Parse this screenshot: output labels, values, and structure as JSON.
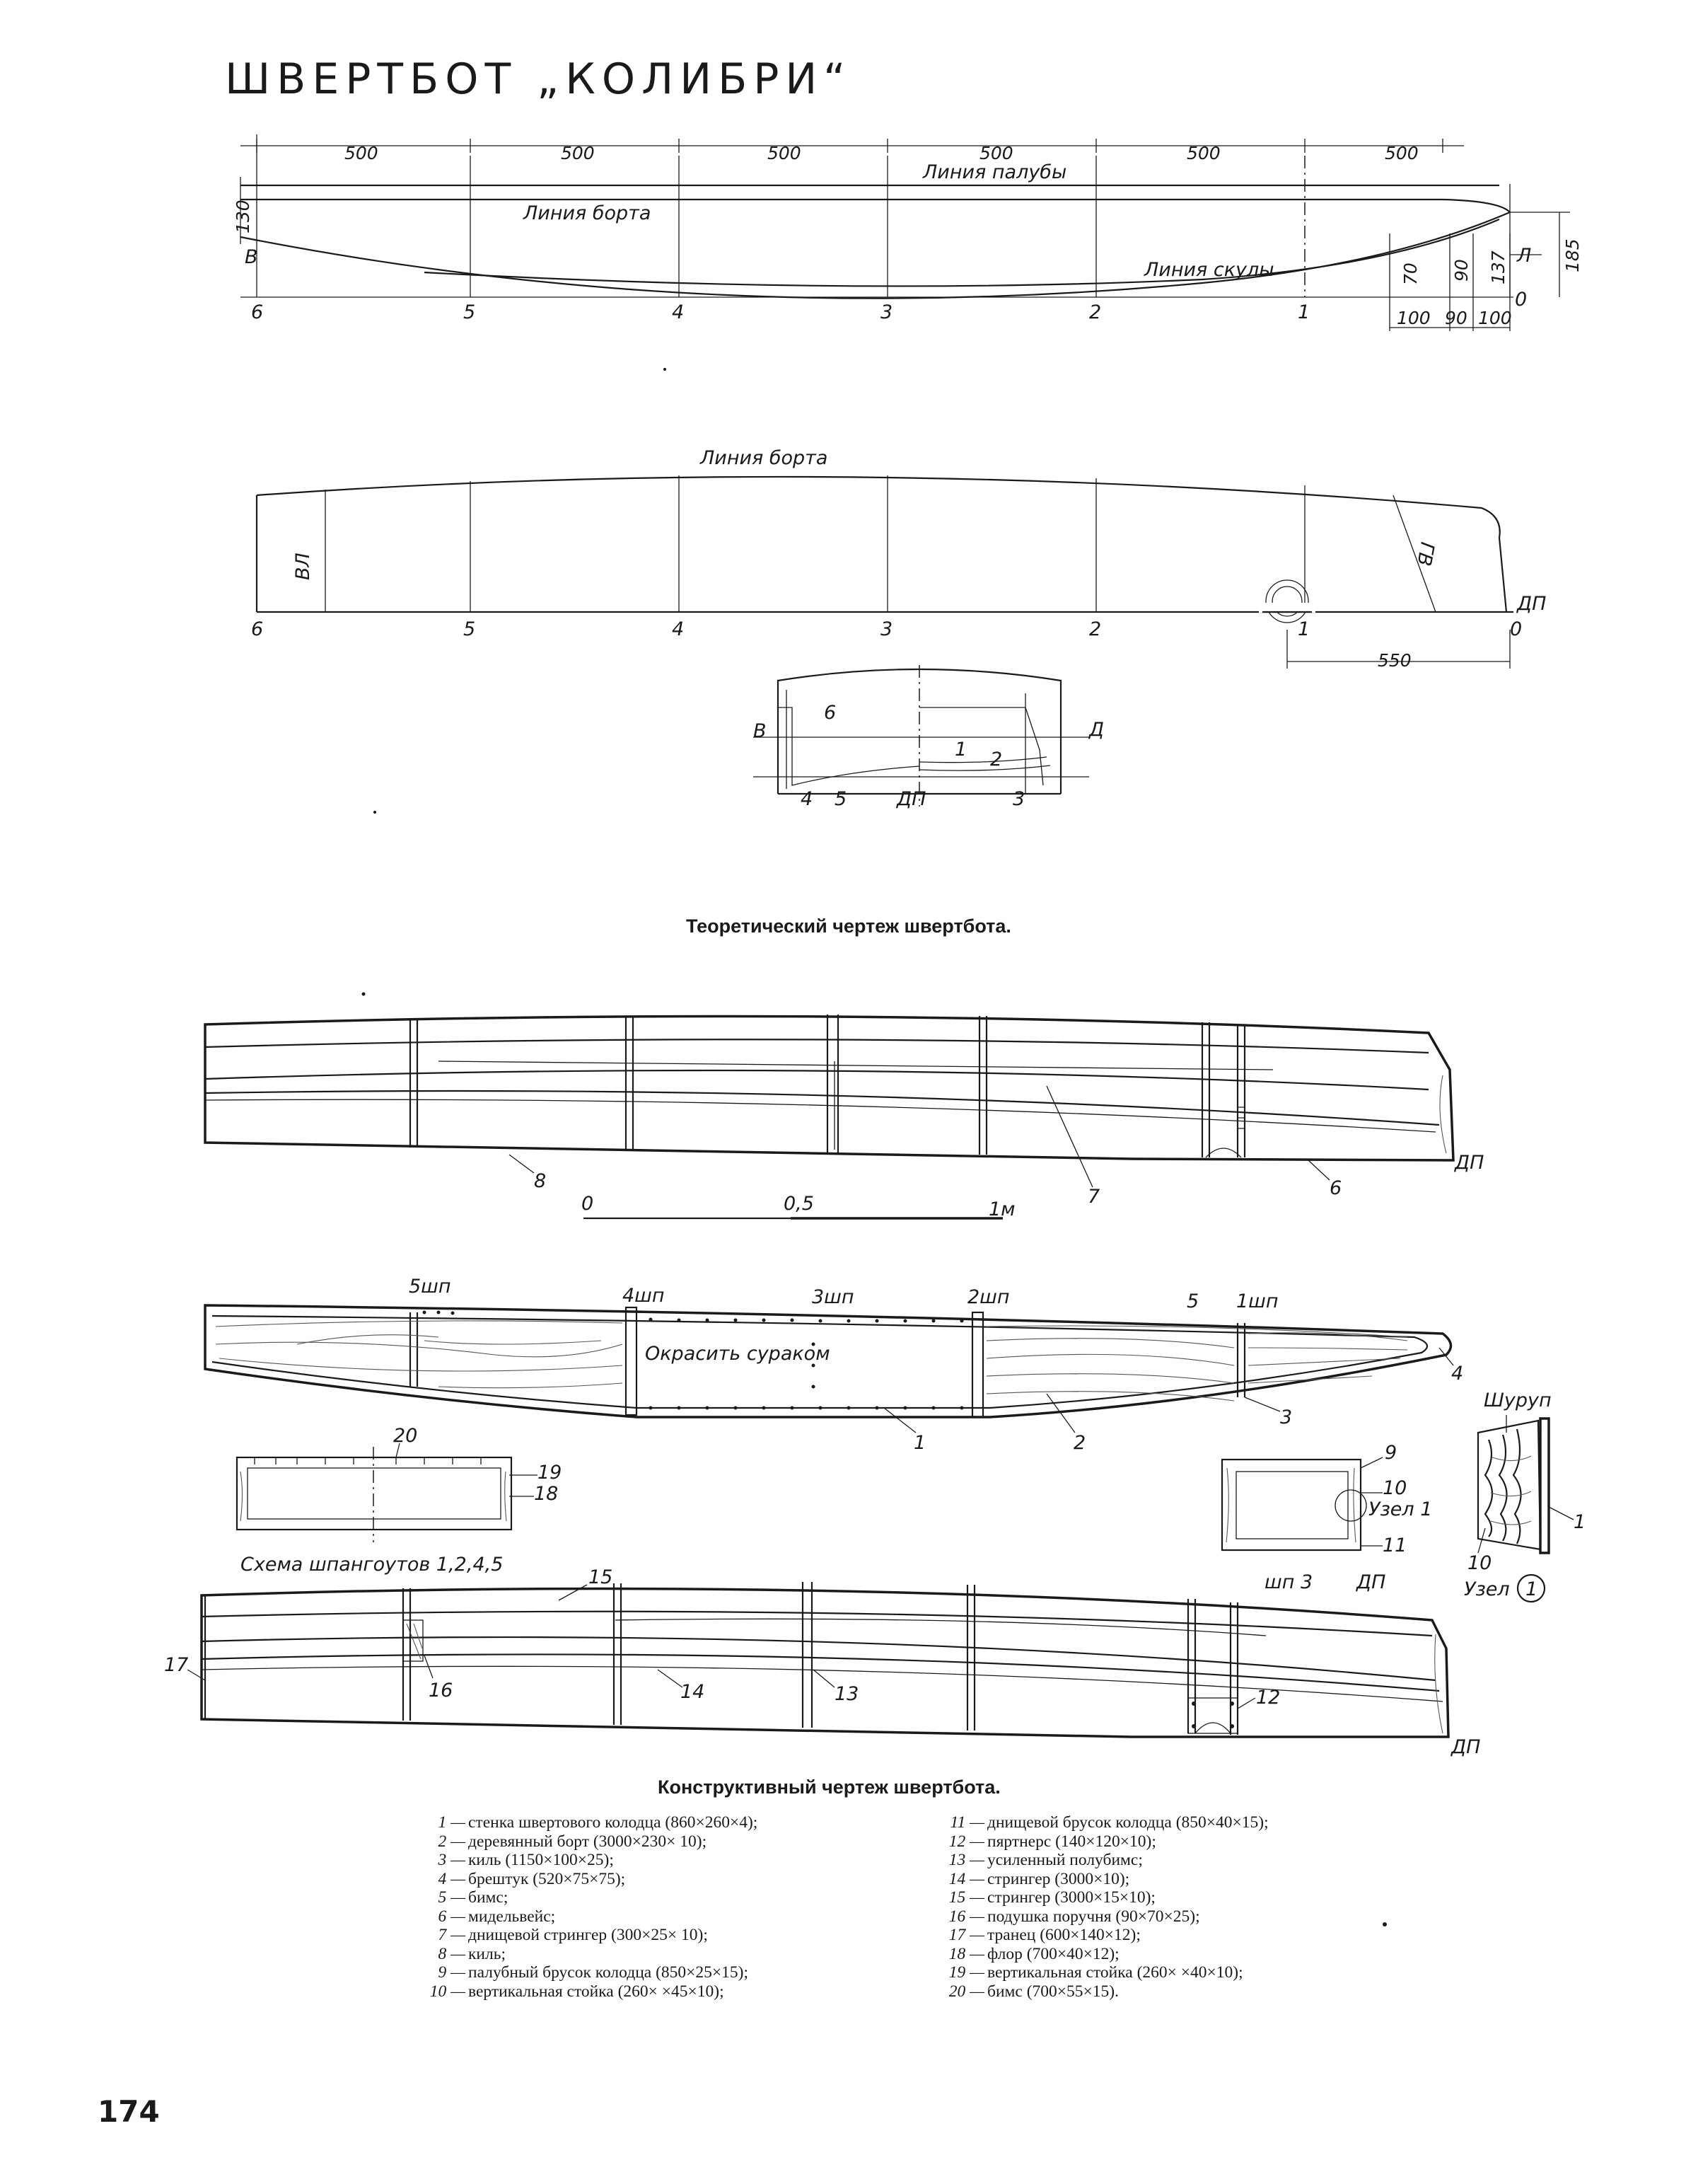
{
  "title": "ШВЕРТБОТ „КОЛИБРИ“",
  "profile": {
    "dims": [
      "500",
      "500",
      "500",
      "500",
      "500",
      "500"
    ],
    "deck_line": "Линия палубы",
    "side_line": "Линия борта",
    "chine_line": "Линия скулы",
    "label_130": "130",
    "label_B": "В",
    "stations": [
      "6",
      "5",
      "4",
      "3",
      "2",
      "1",
      "0"
    ],
    "label_185": "185",
    "label_137": "137",
    "label_90v": "90",
    "label_70": "70",
    "label_L": "Л",
    "label_0": "0",
    "bottom_dims": [
      "100",
      "90",
      "100"
    ]
  },
  "halfbreadth": {
    "side_line": "Линия борта",
    "label_VL": "ВЛ",
    "label_GB": "ГВ",
    "stations": [
      "6",
      "5",
      "4",
      "3",
      "2",
      "1",
      "0"
    ],
    "label_DP": "ДП",
    "dim_550": "550"
  },
  "body_plan": {
    "label_B": "В",
    "label_D": "Д",
    "numbers": [
      "6",
      "1",
      "2",
      "4",
      "5",
      "3"
    ],
    "label_DP": "ДП"
  },
  "caption1": "Теоретический чертеж швертбота.",
  "construction_top": {
    "labels": [
      "8",
      "7",
      "6"
    ],
    "label_DP": "ДП"
  },
  "scale": {
    "labels": [
      "0",
      "0,5",
      "1м"
    ]
  },
  "deck_view": {
    "frames": [
      "5шп",
      "4шп",
      "3шп",
      "2шп",
      "5",
      "1шп"
    ],
    "paint_note": "Окрасить сураком",
    "labels": [
      "1",
      "2",
      "3",
      "4"
    ]
  },
  "frame_scheme": {
    "labels": [
      "20",
      "19",
      "18"
    ],
    "caption": "Схема шпангоутов 1,2,4,5"
  },
  "frame3": {
    "labels": [
      "9",
      "10",
      "11"
    ],
    "node_label": "Узел 1",
    "frame_label": "шп 3",
    "label_DP": "ДП"
  },
  "node1": {
    "screw": "Шуруп",
    "labels": [
      "10",
      "1"
    ],
    "node_label": "Узел",
    "circle_num": "1"
  },
  "construction_bottom": {
    "labels": [
      "15",
      "17",
      "16",
      "14",
      "13",
      "12"
    ],
    "label_DP": "ДП"
  },
  "caption2": "Конструктивный чертеж швертбота.",
  "legend_left": [
    {
      "n": "1 —",
      "t": "стенка швертового колодца (860×260×4);"
    },
    {
      "n": "2 —",
      "t": "деревянный борт (3000×230× 10);"
    },
    {
      "n": "3 —",
      "t": "киль (1150×100×25);"
    },
    {
      "n": "4 —",
      "t": "брештук (520×75×75);"
    },
    {
      "n": "5 —",
      "t": "бимс;"
    },
    {
      "n": "6 —",
      "t": "мидельвейс;"
    },
    {
      "n": "7 —",
      "t": "днищевой стрингер (300×25× 10);"
    },
    {
      "n": "8 —",
      "t": "киль;"
    },
    {
      "n": "9 —",
      "t": "палубный брусок колодца (850×25×15);"
    },
    {
      "n": "10 —",
      "t": "вертикальная стойка (260× ×45×10);"
    }
  ],
  "legend_right": [
    {
      "n": "11 —",
      "t": "днищевой брусок колодца (850×40×15);"
    },
    {
      "n": "12 —",
      "t": "пяртнерс (140×120×10);"
    },
    {
      "n": "13 —",
      "t": "усиленный полубимс;"
    },
    {
      "n": "14 —",
      "t": "стрингер (3000×10);"
    },
    {
      "n": "15 —",
      "t": "стрингер (3000×15×10);"
    },
    {
      "n": "16 —",
      "t": "подушка поручня (90×70×25);"
    },
    {
      "n": "17 —",
      "t": "транец (600×140×12);"
    },
    {
      "n": "18 —",
      "t": "флор (700×40×12);"
    },
    {
      "n": "19 —",
      "t": "вертикальная стойка (260× ×40×10);"
    },
    {
      "n": "20 —",
      "t": "бимс (700×55×15)."
    }
  ],
  "page_number": "174"
}
